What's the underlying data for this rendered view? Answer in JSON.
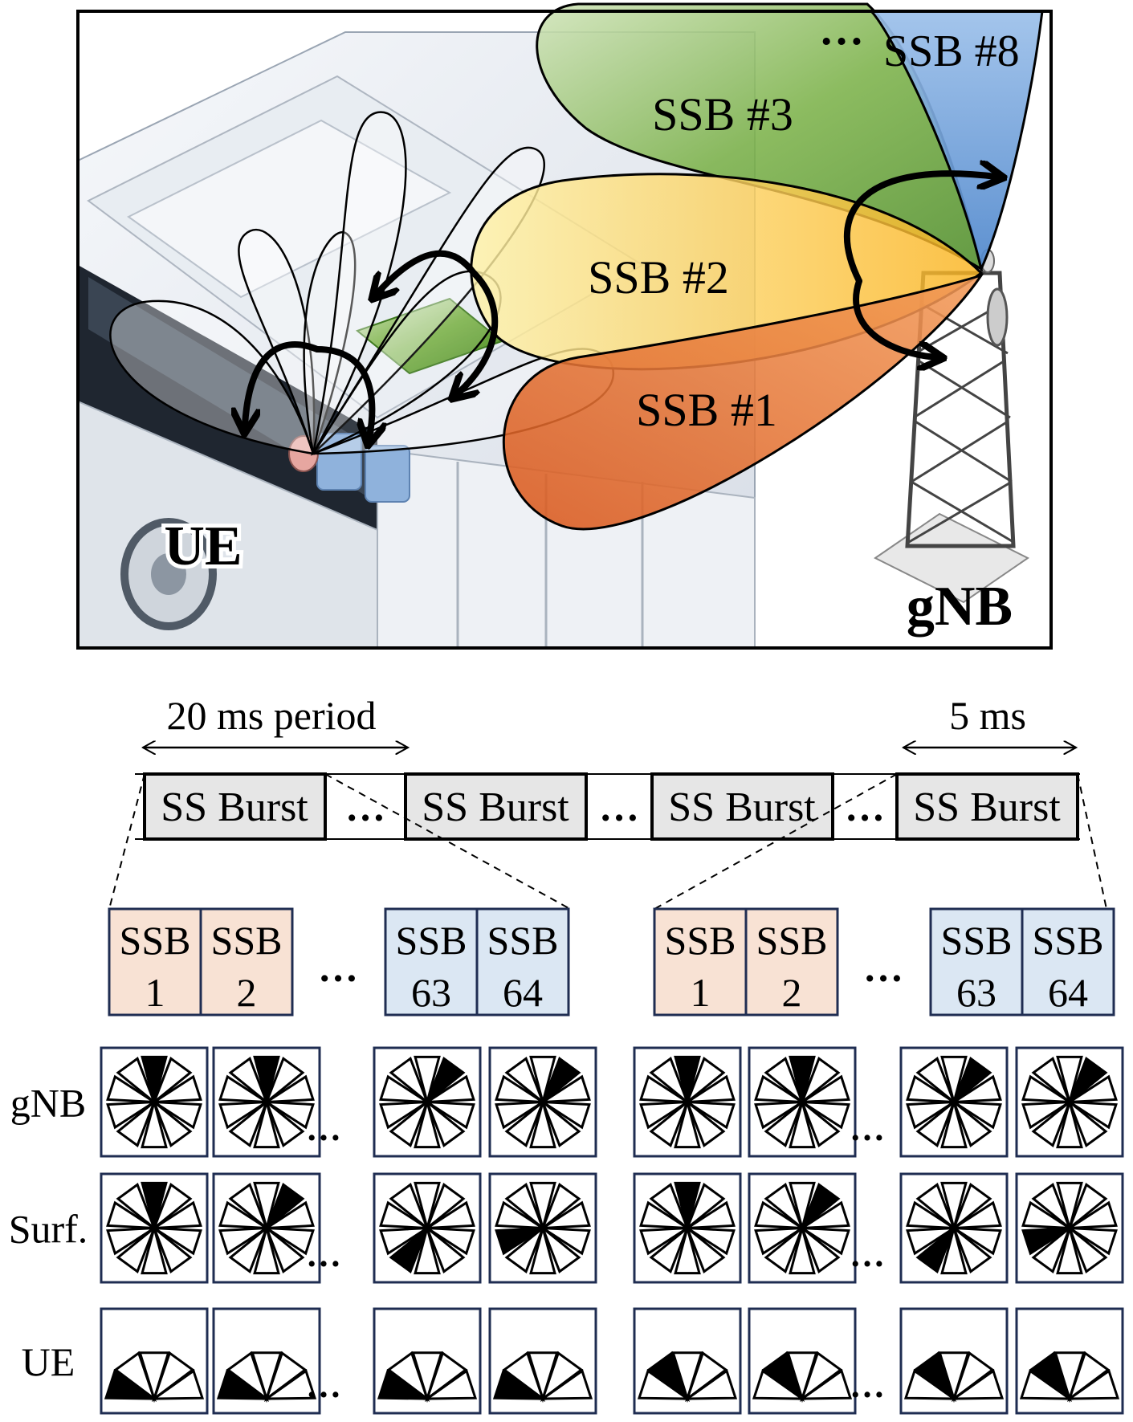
{
  "scene": {
    "ssb_beams": [
      "SSB #1",
      "SSB #2",
      "SSB #3",
      "SSB #8"
    ],
    "ellipsis": "…",
    "ue_label": "UE",
    "gnb_label": "gNB"
  },
  "timeline": {
    "period_label": "20 ms period",
    "duration_label": "5 ms",
    "bursts": [
      "SS Burst",
      "SS Burst",
      "SS Burst",
      "SS Burst"
    ],
    "ellipsis": "…"
  },
  "ssb_groups": [
    {
      "blocks": [
        {
          "line1": "SSB",
          "line2": "1",
          "tone": "orange"
        },
        {
          "line1": "SSB",
          "line2": "2",
          "tone": "orange"
        },
        {
          "line1": "SSB",
          "line2": "63",
          "tone": "blue"
        },
        {
          "line1": "SSB",
          "line2": "64",
          "tone": "blue"
        }
      ]
    },
    {
      "blocks": [
        {
          "line1": "SSB",
          "line2": "1",
          "tone": "orange"
        },
        {
          "line1": "SSB",
          "line2": "2",
          "tone": "orange"
        },
        {
          "line1": "SSB",
          "line2": "63",
          "tone": "blue"
        },
        {
          "line1": "SSB",
          "line2": "64",
          "tone": "blue"
        }
      ]
    }
  ],
  "beam_rows": [
    {
      "label": "gNB",
      "active_sectors": [
        0,
        0,
        1,
        1,
        0,
        0,
        1,
        1
      ]
    },
    {
      "label": "Surf.",
      "active_sectors": [
        0,
        1,
        6,
        7,
        0,
        1,
        6,
        7
      ]
    },
    {
      "label": "UE",
      "active_sectors": [
        0,
        0,
        0,
        0,
        1,
        1,
        1,
        1
      ]
    }
  ],
  "colors": {
    "ssb_orange_fill": "#f8e2d4",
    "ssb_blue_fill": "#dbe7f3",
    "box_border": "#1f2d52",
    "burst_fill": "#e6e6e6",
    "beam1": "#e9792f",
    "beam2": "#fcc83a",
    "beam3": "#6aa23c",
    "beam8": "#6f9ed8",
    "ris_panel": "#6ab24a"
  }
}
